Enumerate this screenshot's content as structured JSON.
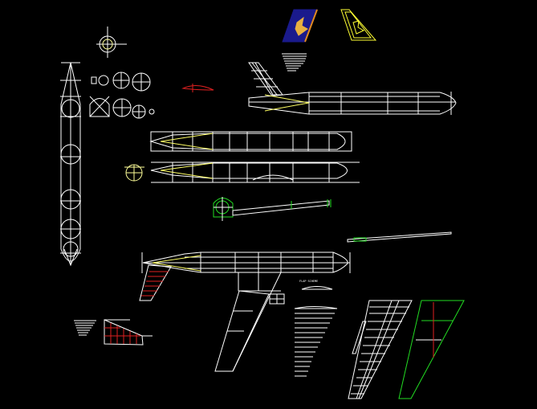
{
  "drawing": {
    "background": "#000000",
    "colors": {
      "line": "#ffffff",
      "highlight": "#ffff66",
      "red": "#e02020",
      "green": "#22dd22",
      "navy": "#1a1a8c",
      "gold": "#e8b040",
      "orange": "#e08a20"
    },
    "annotations": {
      "flap_label": "FLAP SCHEME"
    },
    "groups": [
      {
        "id": "tail-livery-blue",
        "label": "Vertical tail livery (filled)"
      },
      {
        "id": "tail-livery-outline",
        "label": "Vertical tail livery (outline)"
      },
      {
        "id": "tail-rib-stack-top",
        "label": "Tail rib stack"
      },
      {
        "id": "bulkhead-crosshair",
        "label": "Bulkhead section with crosshair"
      },
      {
        "id": "fuselage-top-view",
        "label": "Fuselage top view (vertical)"
      },
      {
        "id": "bulkhead-sections",
        "label": "Fuselage cross-sections"
      },
      {
        "id": "airfoil-red",
        "label": "Airfoil profile"
      },
      {
        "id": "fuselage-side-with-tail",
        "label": "Fuselage side with fin"
      },
      {
        "id": "fuselage-plan-1",
        "label": "Fuselage plan view 1"
      },
      {
        "id": "fuselage-plan-2",
        "label": "Fuselage plan view 2"
      },
      {
        "id": "nose-section",
        "label": "Nose bulkhead"
      },
      {
        "id": "engine-spar",
        "label": "Engine nacelle & spar"
      },
      {
        "id": "spar-long",
        "label": "Long spar"
      },
      {
        "id": "fuselage-assembly",
        "label": "Fuselage assembly with fin & wing"
      },
      {
        "id": "wing-plan",
        "label": "Wing plan"
      },
      {
        "id": "wing-ribs",
        "label": "Wing rib set"
      },
      {
        "id": "wing-structure",
        "label": "Wing structure"
      },
      {
        "id": "wing-outline-green",
        "label": "Wing outline"
      },
      {
        "id": "stab-ribs",
        "label": "Stabilizer ribs"
      },
      {
        "id": "stab-plan-red",
        "label": "Stabilizer plan"
      }
    ]
  }
}
